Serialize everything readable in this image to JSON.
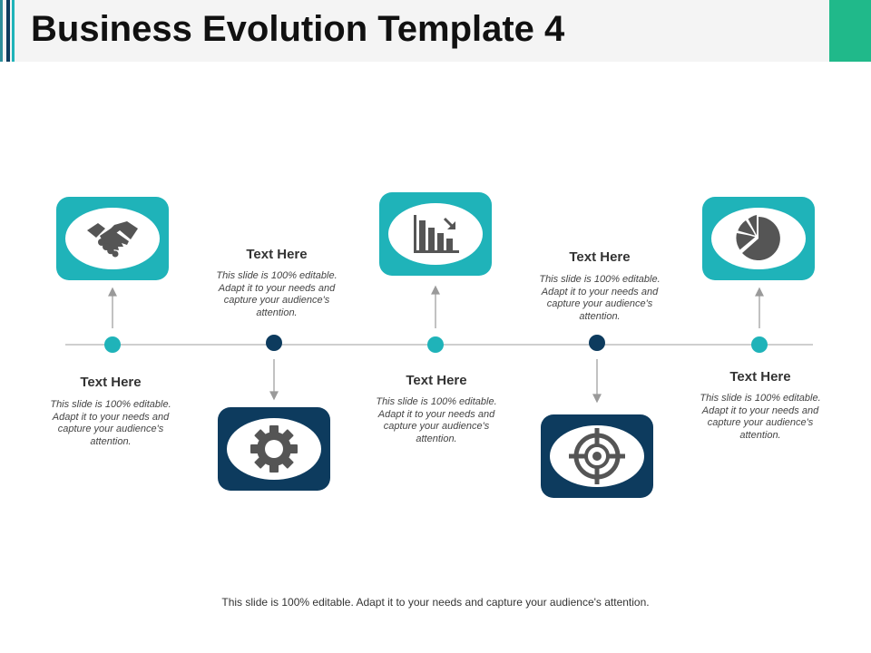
{
  "title": "Business Evolution Template 4",
  "footer": "This slide is 100% editable. Adapt it to your needs and capture your audience's attention.",
  "colors": {
    "teal": "#1fb3b9",
    "navy": "#0d3b5e",
    "green": "#20b98a",
    "icon_gray": "#555555",
    "line": "#cfcfcf"
  },
  "steps": [
    {
      "heading": "Text Here",
      "text": "This slide is 100% editable. Adapt it to your needs and capture your audience's attention.",
      "icon": "handshake-icon"
    },
    {
      "heading": "Text Here",
      "text": "This slide is 100% editable. Adapt it to your needs and capture your audience's attention.",
      "icon": "gear-icon"
    },
    {
      "heading": "Text Here",
      "text": "This slide is 100% editable. Adapt it to your needs and capture your audience's attention.",
      "icon": "bar-chart-decline-icon"
    },
    {
      "heading": "Text Here",
      "text": "This slide is 100% editable. Adapt it to your needs and capture your audience's attention.",
      "icon": "target-icon"
    },
    {
      "heading": "Text Here",
      "text": "This slide is 100% editable. Adapt it to your needs and capture your audience's attention.",
      "icon": "pie-chart-icon"
    }
  ]
}
